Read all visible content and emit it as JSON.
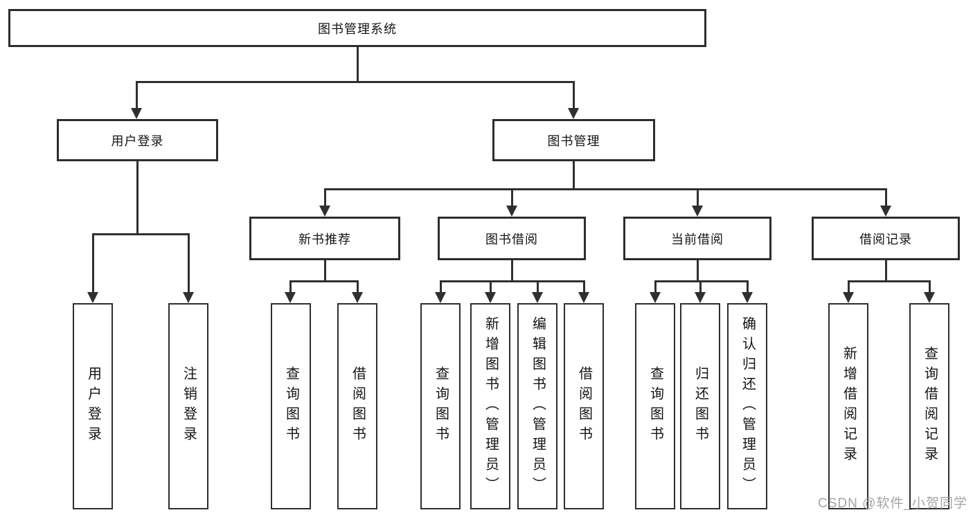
{
  "title": "图书管理系统",
  "tree": {
    "root": {
      "label": "图书管理系统"
    },
    "level2": [
      {
        "label": "用户登录",
        "children": [
          {
            "label": "用户登录"
          },
          {
            "label": "注销登录"
          }
        ]
      },
      {
        "label": "图书管理",
        "children": [
          {
            "label": "新书推荐",
            "children": [
              {
                "label": "查询图书"
              },
              {
                "label": "借阅图书"
              }
            ]
          },
          {
            "label": "图书借阅",
            "children": [
              {
                "label": "查询图书"
              },
              {
                "label": "新增图书（管理员）"
              },
              {
                "label": "编辑图书（管理员）"
              },
              {
                "label": "借阅图书"
              }
            ]
          },
          {
            "label": "当前借阅",
            "children": [
              {
                "label": "查询图书"
              },
              {
                "label": "归还图书"
              },
              {
                "label": "确认归还（管理员）"
              }
            ]
          },
          {
            "label": "借阅记录",
            "children": [
              {
                "label": "新增借阅记录"
              },
              {
                "label": "查询借阅记录"
              }
            ]
          }
        ]
      }
    ]
  },
  "watermark": "CSDN @软件_小贺同学",
  "colors": {
    "line": "#2f2f2f",
    "box_border": "#2d2d2d",
    "text": "#141414",
    "background": "#ffffff",
    "watermark": "#9b9b9b"
  }
}
